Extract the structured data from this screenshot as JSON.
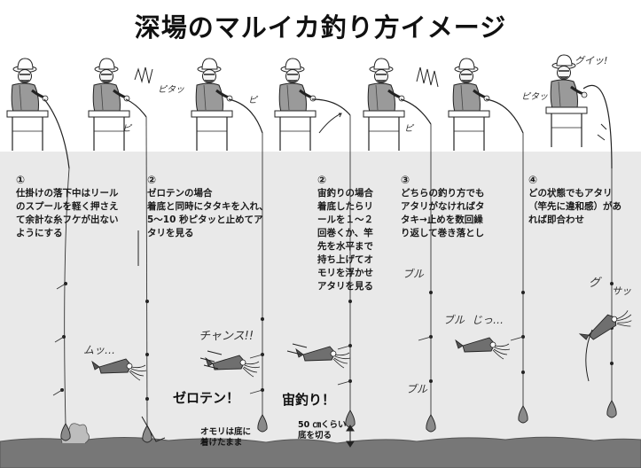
{
  "title": "深場のマルイカ釣り方イメージ",
  "colors": {
    "water": "#e9e9e9",
    "seabed": "#777777",
    "ink": "#1a1a1a",
    "rail": "#ffffff"
  },
  "steps": [
    {
      "num": "①",
      "lines": [
        "仕掛けの落下中はリール",
        "のスプールを軽く押さえ",
        "て余計な糸フケが出ない",
        "ようにする"
      ]
    },
    {
      "num": "②",
      "lines": [
        "ゼロテンの場合",
        "着底と同時にタタキを入れ、",
        "5～10 秒ピタッと止めてア",
        "タリを見る"
      ]
    },
    {
      "num": "②",
      "lines": [
        "宙釣りの場合",
        "着底したらリ",
        "ールを１～２",
        "回巻くか、竿",
        "先を水平まで",
        "持ち上げてオ",
        "モリを浮かせ",
        "アタリを見る"
      ]
    },
    {
      "num": "③",
      "lines": [
        "どちらの釣り方でも",
        "アタリがなければタ",
        "タキ→止めを数回繰",
        "り返して巻き落とし"
      ]
    },
    {
      "num": "④",
      "lines": [
        "どの状態でもアタリ",
        "（竿先に違和感）があ",
        "れば即合わせ"
      ]
    }
  ],
  "callouts": {
    "zeroten": "ゼロテン！",
    "chuzuri": "宙釣り！"
  },
  "notes": {
    "omori": [
      "オモリは底に",
      "着けたまま"
    ],
    "lift": [
      "50 ㎝くらい",
      "底を切る"
    ]
  },
  "sfx": {
    "pita1": "ピタッ",
    "pita2": "ピタッ",
    "pi1": "ピ",
    "pi2": "ピ",
    "pi3": "ピ",
    "gui": "グイッ!",
    "mu": "ムッ…",
    "chansu": "チャンス!!",
    "jii": "じっ…",
    "buru1": "ブル",
    "buru2": "ブル",
    "buru3": "ブル",
    "gu": "グ",
    "sa": "サッ"
  }
}
